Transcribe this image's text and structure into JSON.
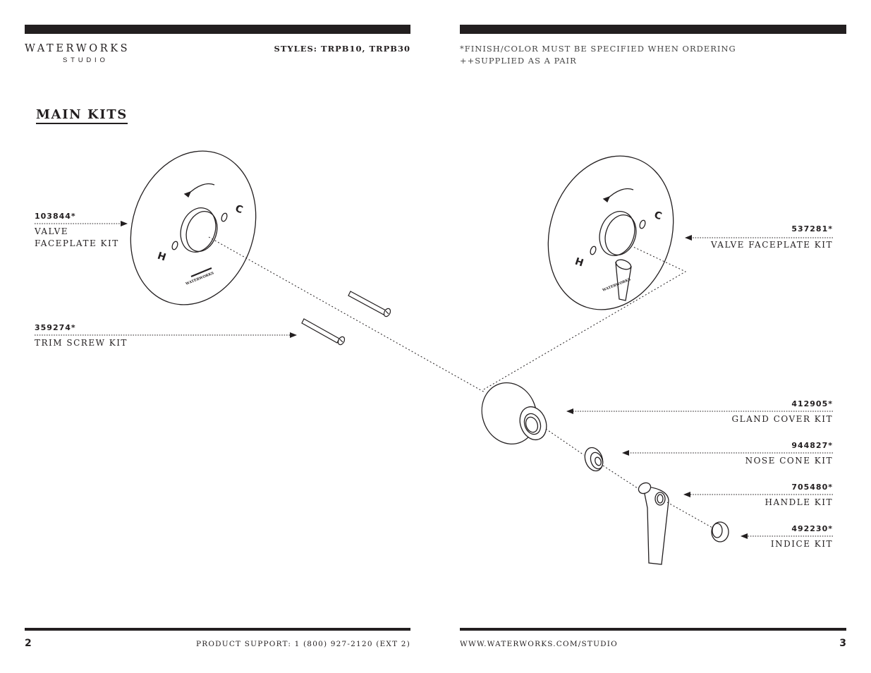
{
  "brand": {
    "name": "WATERWORKS",
    "sub": "STUDIO"
  },
  "header": {
    "styles": "STYLES: TRPB10, TRPB30",
    "notes": [
      "*FINISH/COLOR MUST BE SPECIFIED WHEN ORDERING",
      "++SUPPLIED AS A PAIR"
    ]
  },
  "section_title": "MAIN KITS",
  "parts_left": [
    {
      "number": "103844*",
      "name_lines": [
        "VALVE",
        "FACEPLATE KIT"
      ]
    },
    {
      "number": "359274*",
      "name_lines": [
        "TRIM SCREW KIT"
      ]
    }
  ],
  "parts_right": [
    {
      "number": "537281*",
      "name": "VALVE FACEPLATE KIT"
    },
    {
      "number": "412905*",
      "name": "GLAND COVER KIT"
    },
    {
      "number": "944827*",
      "name": "NOSE CONE KIT"
    },
    {
      "number": "705480*",
      "name": "HANDLE KIT"
    },
    {
      "number": "492230*",
      "name": "INDICE KIT"
    }
  ],
  "faceplate_marks": {
    "hot": "H",
    "cold": "C",
    "brand": "WATERWORKS"
  },
  "footer": {
    "left_page": "2",
    "support": "PRODUCT SUPPORT: 1 (800) 927-2120 (EXT 2)",
    "website": "WWW.WATERWORKS.COM/STUDIO",
    "right_page": "3"
  }
}
